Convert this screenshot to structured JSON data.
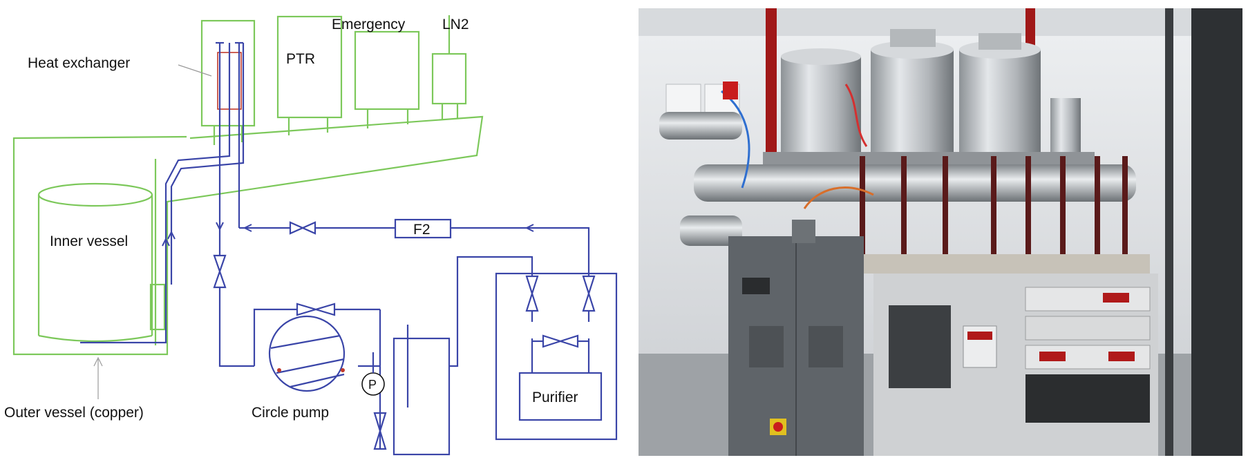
{
  "diagram": {
    "labels": {
      "heat_exchanger": "Heat exchanger",
      "ptr": "PTR",
      "emergency": "Emergency",
      "ln2": "LN2",
      "inner_vessel": "Inner vessel",
      "outer_vessel": "Outer vessel (copper)",
      "f2": "F2",
      "circle_pump": "Circle pump",
      "pressure_gauge": "P",
      "purifier": "Purifier"
    },
    "colors": {
      "cryostat_lines": "#7cc85a",
      "gas_lines": "#3a45a8",
      "heat_exchanger_core": "#c0392b",
      "text": "#111111"
    }
  },
  "photo": {
    "description_icon": "photograph-of-apparatus",
    "colors": {
      "vessel_steel": "#bfc3c6",
      "support_rods": "#5a1a1a",
      "frame_red": "#a01818",
      "control_cabinet": "#5f6469",
      "background_wall": "#e6e8ea"
    }
  }
}
